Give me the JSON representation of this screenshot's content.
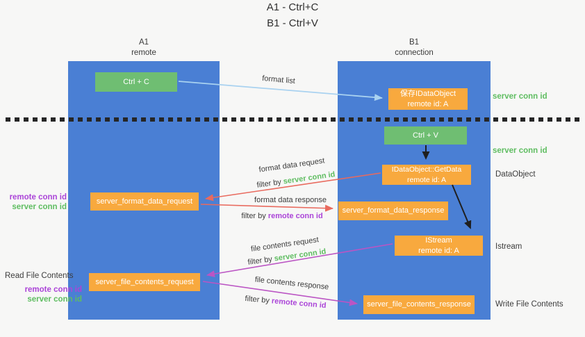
{
  "title": {
    "line1": "A1 - Ctrl+C",
    "line2": "B1 - Ctrl+V"
  },
  "lanes": {
    "left": {
      "name": "A1",
      "role": "remote"
    },
    "right": {
      "name": "B1",
      "role": "connection"
    }
  },
  "nodes": {
    "ctrl_c": {
      "label": "Ctrl + C"
    },
    "save_dataobject": {
      "line1": "保存IDataObject",
      "line2": "remote id: A"
    },
    "ctrl_v": {
      "label": "Ctrl + V"
    },
    "getdata": {
      "line1": "IDataObject::GetData",
      "line2": "remote id: A"
    },
    "format_request": {
      "label": "server_format_data_request"
    },
    "format_response": {
      "label": "server_format_data_response"
    },
    "istream": {
      "line1": "IStream",
      "line2": "remote id: A"
    },
    "file_request": {
      "label": "server_file_contents_request"
    },
    "file_response": {
      "label": "server_file_contents_response"
    }
  },
  "arrow_labels": {
    "format_list": "format list",
    "format_data_request": "format data request",
    "format_data_response": "format data response",
    "file_contents_request": "file contents request",
    "file_contents_response": "file contents response",
    "filter_by": "filter by",
    "server_conn_id": "server conn id",
    "remote_conn_id": "remote conn id"
  },
  "side_labels": {
    "right_server_conn_id_top": "server conn id",
    "right_server_conn_id_mid": "server conn id",
    "dataobject": "DataObject",
    "istream": "Istream",
    "write_file_contents": "Write File Contents",
    "left_remote_conn_id_1": "remote conn id",
    "left_server_conn_id_1": "server conn id",
    "read_file_contents": "Read File Contents",
    "left_remote_conn_id_2": "remote conn id",
    "left_server_conn_id_2": "server conn id"
  },
  "colors": {
    "lane_blue": "#4a7fd4",
    "box_green": "#6fbe72",
    "box_orange": "#f8a93e",
    "arrow_red": "#e96a5e",
    "arrow_purple": "#bb55c4",
    "arrow_lightblue": "#a9d2f0",
    "arrow_black": "#1f1f1f",
    "text_green": "#5fbd61",
    "text_purple": "#ab45d8",
    "text_dark": "#3c3c3c",
    "background": "#f7f7f6"
  }
}
